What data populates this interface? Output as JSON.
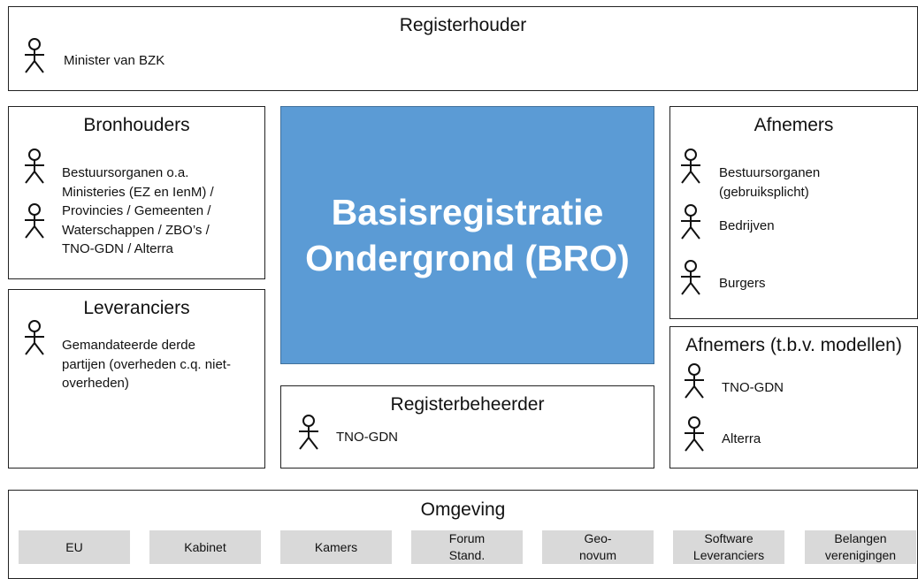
{
  "registerhouder": {
    "title": "Registerhouder",
    "actor": "Minister van BZK"
  },
  "bronhouders": {
    "title": "Bronhouders",
    "lines": [
      "Bestuursorganen o.a.",
      "Ministeries (EZ en IenM) /",
      "Provincies / Gemeenten /",
      "Waterschappen / ZBO’s /",
      "TNO-GDN / Alterra"
    ]
  },
  "leveranciers": {
    "title": "Leveranciers",
    "lines": [
      "Gemandateerde derde",
      "partijen (overheden c.q. niet-",
      "overheden)"
    ]
  },
  "center": {
    "line1": "Basisregistratie",
    "line2": "Ondergrond (BRO)"
  },
  "registerbeheerder": {
    "title": "Registerbeheerder",
    "actor": "TNO-GDN"
  },
  "afnemers": {
    "title": "Afnemers",
    "actor1_line1": "Bestuursorganen",
    "actor1_line2": "(gebruiksplicht)",
    "actor2": "Bedrijven",
    "actor3": "Burgers"
  },
  "afnemers_modellen": {
    "title": "Afnemers (t.b.v. modellen)",
    "actor1": "TNO-GDN",
    "actor2": "Alterra"
  },
  "omgeving": {
    "title": "Omgeving",
    "chips": [
      "EU",
      "Kabinet",
      "Kamers",
      "Forum\nStand.",
      "Geo-\nnovum",
      "Software\nLeveranciers",
      "Belangen\nverenigingen"
    ]
  },
  "colors": {
    "center_fill": "#5b9bd5",
    "chip_fill": "#d9d9d9"
  },
  "icons": {
    "actor": "stick-figure-icon"
  }
}
